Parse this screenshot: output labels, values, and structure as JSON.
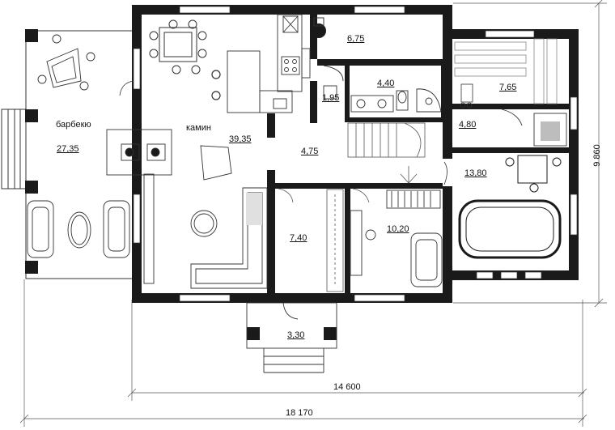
{
  "rooms": [
    {
      "id": "terrace",
      "area": "27,35"
    },
    {
      "id": "living",
      "area": "39,35"
    },
    {
      "id": "hall",
      "area": "4,75"
    },
    {
      "id": "kitchen-store",
      "area": "6,75"
    },
    {
      "id": "wc-small",
      "area": "1,95"
    },
    {
      "id": "bathroom",
      "area": "4,40"
    },
    {
      "id": "sauna",
      "area": "7,65"
    },
    {
      "id": "shower",
      "area": "4,80"
    },
    {
      "id": "pool",
      "area": "13,80"
    },
    {
      "id": "wardrobe",
      "area": "7,40"
    },
    {
      "id": "bedroom",
      "area": "10,20"
    },
    {
      "id": "porch",
      "area": "3,30"
    }
  ],
  "annotations": {
    "bbq": "барбекю",
    "fireplace": "камин"
  },
  "dimensions": {
    "inner_width": "14 600",
    "outer_width": "18 170",
    "depth": "9 860"
  },
  "colors": {
    "wall": "#1a1a1a",
    "line": "#333333",
    "light": "#bdbdbd"
  }
}
